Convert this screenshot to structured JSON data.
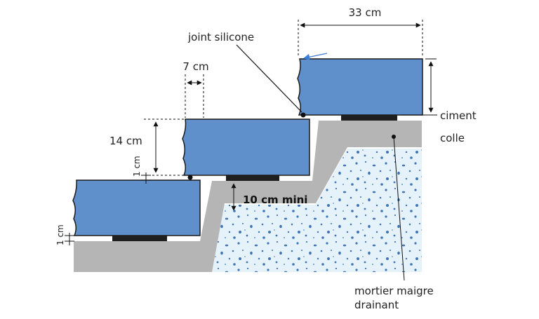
{
  "labels": {
    "width_33": "33 cm",
    "joint": "joint silicone",
    "width_7": "7 cm",
    "height_14": "14 cm",
    "gap_1cm_upper": "1 cm",
    "gap_1cm_lower": "1 cm",
    "mini": "10 cm mini",
    "ciment": "ciment",
    "colle": "colle",
    "mortier_line1": "mortier maigre",
    "mortier_line2": "drainant"
  },
  "colors": {
    "block": "#6090cc",
    "block_stroke": "#1a1a1a",
    "cement": "#b5b5b5",
    "mortar": "#e6f2fa",
    "mortar_dots": "#3f74b5",
    "pad": "#1f1f1f",
    "arrow_blue": "#3b7dd8",
    "dim_line": "#111111"
  }
}
